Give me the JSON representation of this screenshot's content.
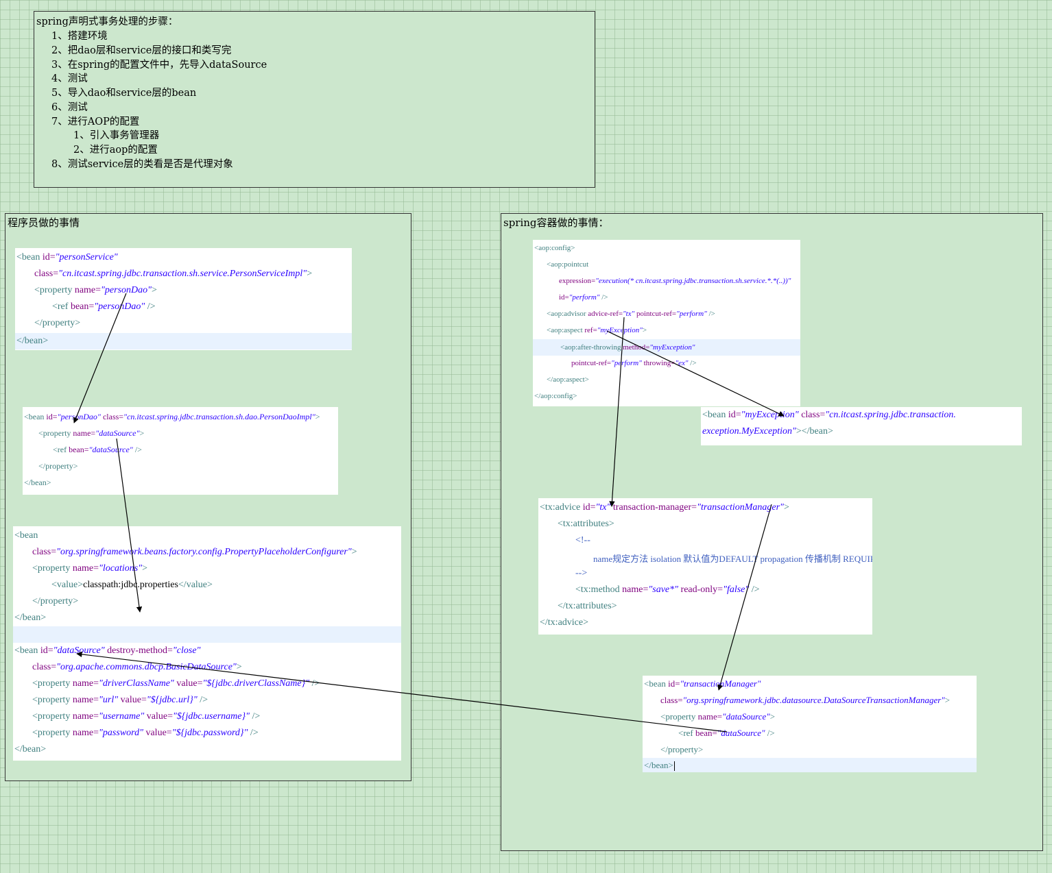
{
  "steps": {
    "title": "spring声明式事务处理的步骤：",
    "lines": [
      "1、搭建环境",
      "2、把dao层和service层的接口和类写完",
      "3、在spring的配置文件中，先导入dataSource",
      "4、测试",
      "5、导入dao和service层的bean",
      "6、测试",
      "7、进行AOP的配置",
      "1、引入事务管理器",
      "2、进行aop的配置",
      "8、测试service层的类看是否是代理对象"
    ]
  },
  "left": {
    "title": "程序员做的事情",
    "personService": {
      "l1_tag": "<bean",
      "l1_attr": " id=",
      "l1_val": "\"personService\"",
      "l2_attr": "class=",
      "l2_val": "\"cn.itcast.spring.jdbc.transaction.sh.service.PersonServiceImpl\"",
      "l2_end": ">",
      "l3_tag": "<property",
      "l3_attr": " name=",
      "l3_val": "\"personDao\"",
      "l3_end": ">",
      "l4_tag": "<ref",
      "l4_attr": " bean=",
      "l4_val": "\"personDao\"",
      "l4_end": " />",
      "l5": "</property>",
      "l6": "</bean>"
    },
    "personDao": {
      "l1_tag": "<bean",
      "l1_attr": " id=",
      "l1_val": "\"personDao\"",
      "l1_attr2": " class=",
      "l1_val2": "\"cn.itcast.spring.jdbc.transaction.sh.dao.PersonDaoImpl\"",
      "l1_end": ">",
      "l2_tag": "<property",
      "l2_attr": " name=",
      "l2_val": "\"dataSource\"",
      "l2_end": ">",
      "l3_tag": "<ref",
      "l3_attr": " bean=",
      "l3_val": "\"dataSource\"",
      "l3_end": " />",
      "l4": "</property>",
      "l5": "</bean>"
    },
    "placeholder": {
      "l1": "<bean",
      "l2_attr": "class=",
      "l2_val": "\"org.springframework.beans.factory.config.PropertyPlaceholderConfigurer\"",
      "l2_end": ">",
      "l3_tag": "<property",
      "l3_attr": " name=",
      "l3_val": "\"locations\"",
      "l3_end": ">",
      "l4_tag": "<value>",
      "l4_text": "classpath:jdbc.properties",
      "l4_end": "</value>",
      "l5": "</property>",
      "l6": "</bean>"
    },
    "dataSource": {
      "l1_tag": "<bean",
      "l1_attr": " id=",
      "l1_val": "\"dataSource\"",
      "l1_attr2": " destroy-method=",
      "l1_val2": "\"close\"",
      "l2_attr": "class=",
      "l2_val": "\"org.apache.commons.dbcp.BasicDataSource\"",
      "l2_end": ">",
      "props": [
        {
          "name": "\"driverClassName\"",
          "value": "\"${jdbc.driverClassName}\""
        },
        {
          "name": "\"url\"",
          "value": "\"${jdbc.url}\""
        },
        {
          "name": "\"username\"",
          "value": "\"${jdbc.username}\""
        },
        {
          "name": "\"password\"",
          "value": "\"${jdbc.password}\""
        }
      ],
      "prop_tag": "<property",
      "name_attr": " name=",
      "value_attr": " value=",
      "prop_end": " />",
      "l_end": "</bean>"
    }
  },
  "right": {
    "title": "spring容器做的事情：",
    "aop": {
      "l1": "<aop:config>",
      "l2": "<aop:pointcut",
      "l3_attr": "expression=",
      "l3_val": "\"execution(* cn.itcast.spring.jdbc.transaction.sh.service.*.*(..))\"",
      "l4_attr": "id=",
      "l4_val": "\"perform\"",
      "l4_end": " />",
      "l5_tag": "<aop:advisor",
      "l5_attr": " advice-ref=",
      "l5_val": "\"tx\"",
      "l5_attr2": " pointcut-ref=",
      "l5_val2": "\"perform\"",
      "l5_end": " />",
      "l6_tag": "<aop:aspect",
      "l6_attr": " ref=",
      "l6_val": "\"myException\"",
      "l6_end": ">",
      "l7_tag": "<aop:after-throwing",
      "l7_attr": " method=",
      "l7_val": "\"myException\"",
      "l8_attr": "pointcut-ref=",
      "l8_val": "\"perform\"",
      "l8_attr2": " throwing=",
      "l8_val2": "\"ex\"",
      "l8_end": " />",
      "l9": "</aop:aspect>",
      "l10": "</aop:config>"
    },
    "myException": {
      "l1_tag": "<bean",
      "l1_attr": " id=",
      "l1_val": "\"myException\"",
      "l1_attr2": " class=",
      "l1_val2": "\"cn.itcast.spring.jdbc.transaction.",
      "l2_val": "exception.MyException\"",
      "l2_end": "></bean>"
    },
    "txAdvice": {
      "l1_tag": "<tx:advice",
      "l1_attr": " id=",
      "l1_val": "\"tx\"",
      "l1_attr2": " transaction-manager=",
      "l1_val2": "\"transactionManager\"",
      "l1_end": ">",
      "l2": "<tx:attributes>",
      "l3": "<!--",
      "l4": "name规定方法 isolation 默认值为DEFAULT propagation 传播机制 REQUIRED",
      "l5": "-->",
      "l6_tag": "<tx:method",
      "l6_attr": " name=",
      "l6_val": "\"save*\"",
      "l6_attr2": " read-only=",
      "l6_val2": "\"false\"",
      "l6_end": " />",
      "l7": "</tx:attributes>",
      "l8": "</tx:advice>"
    },
    "txManager": {
      "l1_tag": "<bean",
      "l1_attr": " id=",
      "l1_val": "\"transactionManager\"",
      "l2_attr": "class=",
      "l2_val": "\"org.springframework.jdbc.datasource.DataSourceTransactionManager\"",
      "l2_end": ">",
      "l3_tag": "<property",
      "l3_attr": " name=",
      "l3_val": "\"dataSource\"",
      "l3_end": ">",
      "l4_tag": "<ref",
      "l4_attr": " bean=",
      "l4_val": "\"dataSource\"",
      "l4_end": " />",
      "l5": "</property>",
      "l6": "</bean>"
    }
  }
}
